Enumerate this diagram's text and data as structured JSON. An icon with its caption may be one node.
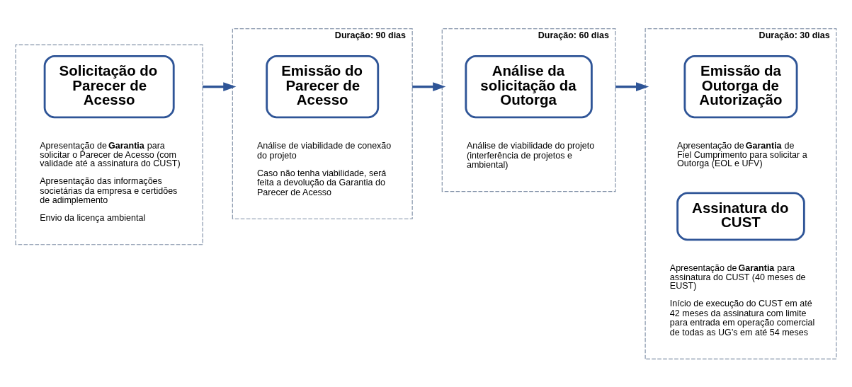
{
  "diagram": {
    "nodes": [
      {
        "text": [],
        "shape": "box"
      },
      {
        "text": [
          "Solicitação do Parecer de Acesso"
        ],
        "in": 0,
        "beside": [
          "Apresentação de **Garantia** para solicitar o Parecer de Acesso (com validade até a assinatura do CUST)",
          "Apresentação das informações societárias da empresa e certidões de adimplemento",
          "Envio da licença ambiental"
        ]
      },
      {
        "text": [],
        "shape": "box",
        "beside": [
          "Duração: 90 dias"
        ]
      },
      {
        "text": [
          "Emissão do Parecer de Acesso"
        ],
        "in": 2,
        "beside": [
          "Análise de viabilidade de conexão do projeto",
          "Caso não tenha viabilidade, será feita a devolução da Garantia do Parecer de Acesso"
        ]
      },
      {
        "text": [],
        "shape": "box",
        "beside": [
          "Duração: 60 dias"
        ]
      },
      {
        "text": [
          "Análise da solicitação da Outorga"
        ],
        "in": 4,
        "beside": [
          "Análise de viabilidade do projeto (interferência de projetos e ambiental)"
        ]
      },
      {
        "text": [],
        "shape": "box",
        "beside": [
          "Duração: 30 dias"
        ]
      },
      {
        "text": [
          "Emissão da Outorga de Autorização"
        ],
        "in": 6,
        "beside": [
          "Apresentação de **Garantia** de Fiel Cumprimento para solicitar a Outorga (EOL e UFV)"
        ]
      },
      {
        "text": [
          "Assinatura do CUST"
        ],
        "in": 6,
        "beside": [
          "Apresentação de **Garantia** para assinatura do CUST (40 meses de EUST)",
          "Início de execução do CUST em até 42 meses da assinatura com limite para entrada em operação comercial de todas as UG’s em até 54 meses"
        ]
      }
    ],
    "edges": [
      {
        "from": 0,
        "to": 2,
        "arrow": "to"
      },
      {
        "from": 2,
        "to": 4,
        "arrow": "to"
      },
      {
        "from": 4,
        "to": 6,
        "arrow": "to"
      }
    ]
  }
}
